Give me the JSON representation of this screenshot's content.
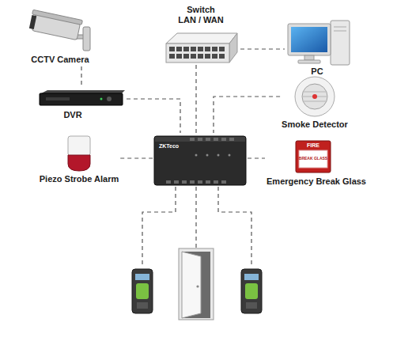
{
  "diagram": {
    "nodes": [
      {
        "text": [
          "CCTV Camera"
        ]
      },
      {
        "text": [
          "Switch LAN / WAN"
        ]
      },
      {
        "text": [
          "PC"
        ]
      },
      {
        "text": [
          "DVR"
        ]
      },
      {
        "text": [
          "Smoke Detector"
        ]
      },
      {
        "text": [
          "Piezo Strobe Alarm"
        ]
      },
      {
        "text": [
          "ZKTeco"
        ]
      },
      {
        "text": [
          "Emergency Break Glass"
        ]
      }
    ],
    "edges": [
      {
        "from": 0,
        "to": 3,
        "arrow": "none"
      },
      {
        "from": 1,
        "to": 2,
        "arrow": "none"
      },
      {
        "from": 1,
        "to": 6,
        "arrow": "none"
      },
      {
        "from": 3,
        "to": 6,
        "arrow": "none"
      },
      {
        "from": 4,
        "to": 6,
        "arrow": "none"
      },
      {
        "from": 5,
        "to": 6,
        "arrow": "none"
      },
      {
        "from": 6,
        "to": 7,
        "arrow": "none"
      }
    ],
    "labels": [
      "FIRE",
      "BREAK GLASS"
    ]
  }
}
